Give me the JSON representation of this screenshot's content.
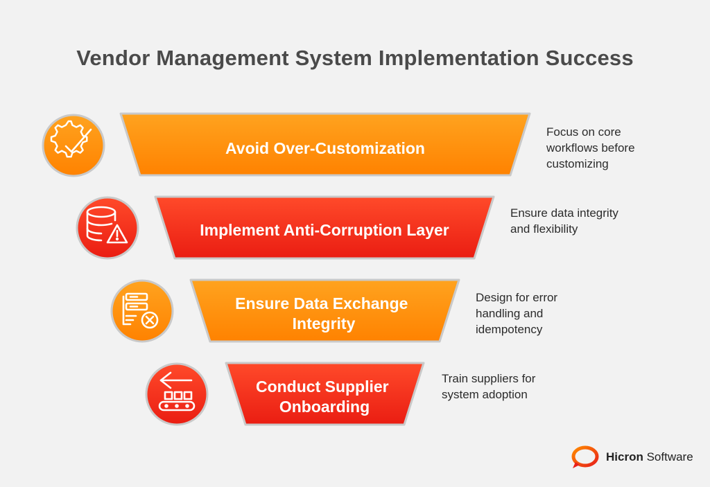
{
  "title": "Vendor Management System Implementation Success",
  "colors": {
    "orange": "#ff8a00",
    "orange_light": "#ffa31f",
    "red": "#f5281c",
    "red_light": "#ff4a2a",
    "border": "#c9c9c9",
    "title": "#4a4a4a"
  },
  "steps": [
    {
      "label_lines": [
        "Avoid Over-Customization"
      ],
      "description_lines": [
        "Focus on core",
        "workflows before",
        "customizing"
      ],
      "icon": "gear-check-icon",
      "color": "orange"
    },
    {
      "label_lines": [
        "Implement Anti-Corruption Layer"
      ],
      "description_lines": [
        "Ensure data integrity",
        "and flexibility"
      ],
      "icon": "database-warning-icon",
      "color": "red"
    },
    {
      "label_lines": [
        "Ensure Data Exchange",
        "Integrity"
      ],
      "description_lines": [
        "Design for error",
        "handling and",
        "idempotency"
      ],
      "icon": "server-error-icon",
      "color": "orange"
    },
    {
      "label_lines": [
        "Conduct Supplier",
        "Onboarding"
      ],
      "description_lines": [
        "Train suppliers for",
        "system adoption"
      ],
      "icon": "conveyor-arrow-icon",
      "color": "red"
    }
  ],
  "logo": {
    "brand": "Hicron",
    "suffix": "Software"
  }
}
